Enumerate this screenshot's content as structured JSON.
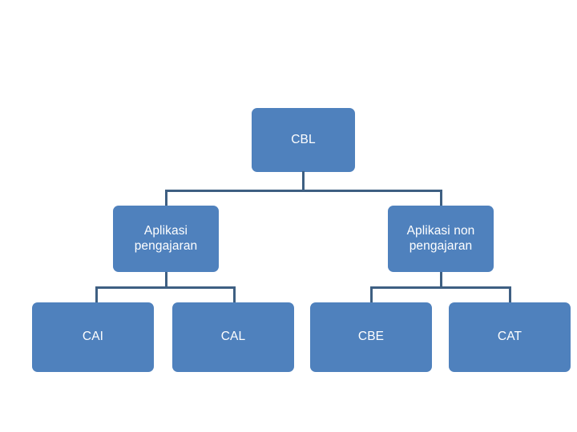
{
  "diagram": {
    "type": "hierarchy-tree",
    "title": "CBL",
    "levels": 3,
    "colors": {
      "node_fill": "#4F81BD",
      "node_text": "#FFFFFF",
      "connector": "#3E5F82",
      "background": "#FFFFFF"
    },
    "nodes": {
      "root": {
        "id": "cbl",
        "label": "CBL",
        "level": 1
      },
      "level2": [
        {
          "id": "aplikasi-pengajaran",
          "label": "Aplikasi\npengajaran",
          "level": 2
        },
        {
          "id": "aplikasi-non-pengajaran",
          "label": "Aplikasi non\npengajaran",
          "level": 2
        }
      ],
      "level3": [
        {
          "id": "cai",
          "label": "CAI",
          "level": 3,
          "parent": "aplikasi-pengajaran"
        },
        {
          "id": "cal",
          "label": "CAL",
          "level": 3,
          "parent": "aplikasi-pengajaran"
        },
        {
          "id": "cbe",
          "label": "CBE",
          "level": 3,
          "parent": "aplikasi-non-pengajaran"
        },
        {
          "id": "cat",
          "label": "CAT",
          "level": 3,
          "parent": "aplikasi-non-pengajaran"
        }
      ]
    },
    "edges": [
      {
        "from": "cbl",
        "to": "aplikasi-pengajaran"
      },
      {
        "from": "cbl",
        "to": "aplikasi-non-pengajaran"
      },
      {
        "from": "aplikasi-pengajaran",
        "to": "cai"
      },
      {
        "from": "aplikasi-pengajaran",
        "to": "cal"
      },
      {
        "from": "aplikasi-non-pengajaran",
        "to": "cbe"
      },
      {
        "from": "aplikasi-non-pengajaran",
        "to": "cat"
      }
    ]
  }
}
